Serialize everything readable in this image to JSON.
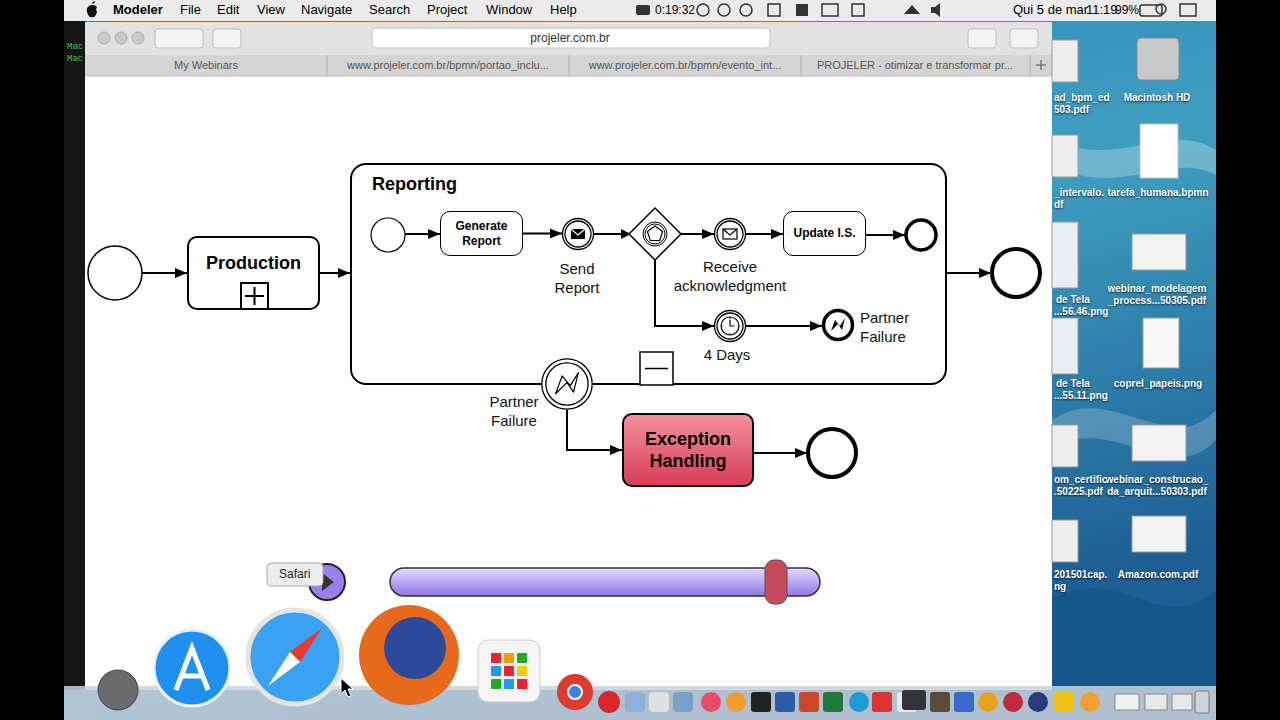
{
  "diagram": {
    "nodes": [
      {
        "text": [
          "Production"
        ]
      },
      {
        "text": [
          "Reporting"
        ]
      },
      {
        "text": [
          "Generate Report"
        ],
        "in": 1
      },
      {
        "text": [
          "Send Report"
        ],
        "in": 1
      },
      {
        "text": [
          "Receive acknowledgment"
        ],
        "in": 1
      },
      {
        "text": [
          "Update I.S."
        ],
        "in": 1
      },
      {
        "text": [
          "4 Days"
        ],
        "in": 1
      },
      {
        "text": [
          "Partner Failure"
        ],
        "in": 1
      },
      {
        "text": [
          "Partner Failure"
        ]
      },
      {
        "text": [
          "Exception Handling"
        ]
      }
    ],
    "edges": [
      {
        "from": 0,
        "to": 1,
        "arrow": "to"
      },
      {
        "from": 2,
        "to": 3,
        "arrow": "to"
      },
      {
        "from": 3,
        "to": 4,
        "arrow": "to"
      },
      {
        "from": 3,
        "to": 6,
        "arrow": "to"
      },
      {
        "from": 4,
        "to": 5,
        "arrow": "to"
      },
      {
        "from": 6,
        "to": 7,
        "arrow": "to"
      },
      {
        "from": 8,
        "to": 9,
        "arrow": "to"
      }
    ],
    "labels": [
      "Mac",
      "Mac",
      "Modeler",
      "File",
      "Edit",
      "View",
      "Navigate",
      "Search",
      "Project",
      "Window",
      "Help",
      "0:19:32",
      "Qui 5 de mar",
      "11:19",
      "99%",
      "projeler.com.br",
      "My Webinars",
      "www.projeler.com.br/bpmn/portao_inclu...",
      "www.projeler.com.br/bpmn/evento_int...",
      "PROJELER - otimizar e transformar pr...",
      "Macintosh HD",
      "tarefa_humana.bpmn",
      "webinar_modelagem _process...50305.pdf",
      "coprel_papeis.png",
      "webinar_construcao_ da_arquit...50303.pdf",
      "Amazon.com.pdf",
      "ad_bpm_ed",
      "503.pdf",
      "_intervalo.",
      "df",
      "de Tela",
      "...56.46.png",
      "de Tela",
      "...55.11.png",
      "om_certific",
      ".50225.pdf",
      "201501cap.",
      "ng",
      "Safari"
    ]
  }
}
